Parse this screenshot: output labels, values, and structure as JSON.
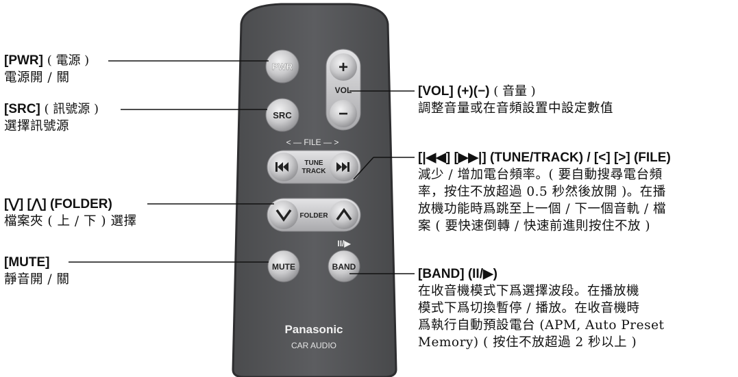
{
  "remote": {
    "brand": "Panasonic",
    "sub_brand": "CAR AUDIO",
    "buttons": {
      "pwr": "PWR",
      "vol_plus": "+",
      "vol_label": "VOL",
      "vol_minus": "−",
      "src": "SRC",
      "file_label": "< — FILE — >",
      "tune_line1": "TUNE",
      "tune_line2": "TRACK",
      "folder": "FOLDER",
      "mute": "MUTE",
      "band": "BAND",
      "pause_play": "II/▶"
    }
  },
  "labels": {
    "pwr": {
      "head": "[PWR]",
      "head_cn": " ( 電源 )",
      "desc": [
        "電源開 / 關"
      ]
    },
    "src": {
      "head": "[SRC]",
      "head_cn": " ( 訊號源 )",
      "desc": [
        "選擇訊號源"
      ]
    },
    "folder": {
      "head": "[⋁] [⋀] (FOLDER)",
      "head_cn": "",
      "desc": [
        "檔案夾 ( 上 / 下 ) 選擇"
      ]
    },
    "mute": {
      "head": "[MUTE]",
      "head_cn": "",
      "desc": [
        "靜音開 / 關"
      ]
    },
    "vol": {
      "head": "[VOL] (+)(−)",
      "head_cn": " ( 音量 )",
      "desc": [
        "調整音量或在音頻設置中設定數值"
      ]
    },
    "tune": {
      "head": "[|◀◀] [▶▶|] (TUNE/TRACK) / [<] [>] (FILE)",
      "head_cn": "",
      "desc": [
        "減少 / 增加電台頻率。( 要自動搜尋電台頻",
        "率，按住不放超過 0.5 秒然後放開 )。在播",
        "放機功能時爲跳至上一個 / 下一個音軌 / 檔",
        "案 ( 要快速倒轉 / 快速前進則按住不放 )"
      ]
    },
    "band": {
      "head": "[BAND] (II/▶)",
      "head_cn": "",
      "desc": [
        "在收音機模式下爲選擇波段。在播放機",
        "模式下爲切換暫停 / 播放。在收音機時",
        "爲執行自動預設電台 (APM, Auto Preset",
        "Memory) ( 按住不放超過 2 秒以上 )"
      ]
    }
  },
  "colors": {
    "body": "#555658",
    "edge": "#3a3a3c",
    "button_grey": "#c9c9cb",
    "button_dark": "#6d6d70"
  }
}
